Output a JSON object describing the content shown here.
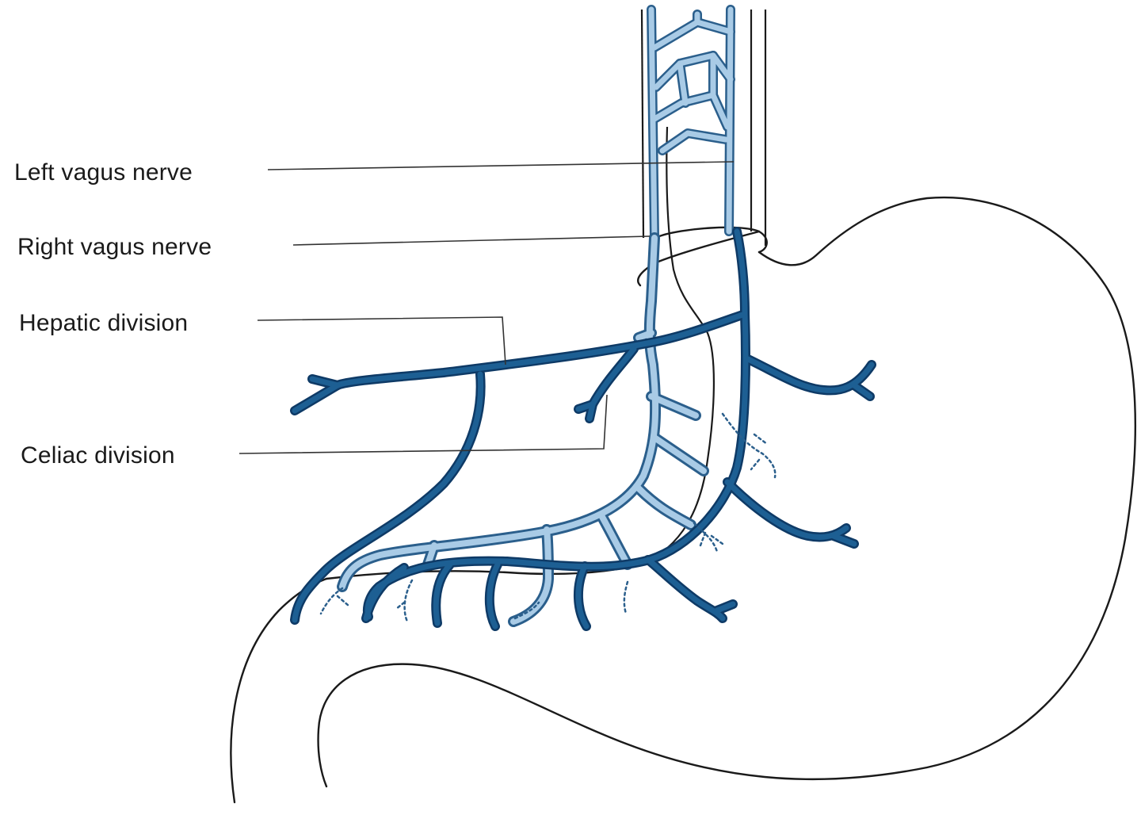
{
  "labels": {
    "left_vagus_nerve": "Left vagus nerve",
    "right_vagus_nerve": "Right vagus nerve",
    "hepatic_division": "Hepatic division",
    "celiac_division": "Celiac division"
  },
  "colors": {
    "outline": "#1a1a1a",
    "leader_line": "#333333",
    "dark_nerve": "#1d5f93",
    "dark_nerve_edge": "#0e3a66",
    "light_nerve": "#a9cbe6",
    "light_nerve_edge": "#2b5f8c",
    "background": "#ffffff"
  }
}
